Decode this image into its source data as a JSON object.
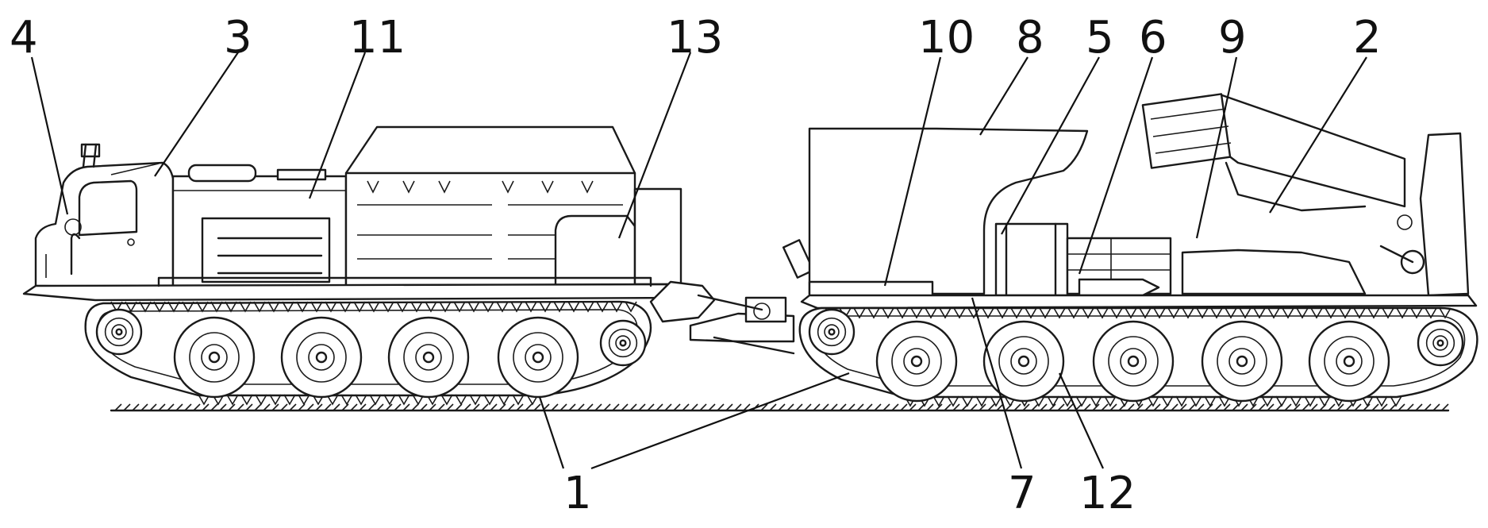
{
  "callouts": {
    "1": "1",
    "2": "2",
    "3": "3",
    "4": "4",
    "5": "5",
    "6": "6",
    "7": "7",
    "8": "8",
    "9": "9",
    "10": "10",
    "11": "11",
    "12": "12",
    "13": "13"
  },
  "colors": {
    "ink": "#1a1a1a",
    "paper": "#ffffff"
  }
}
